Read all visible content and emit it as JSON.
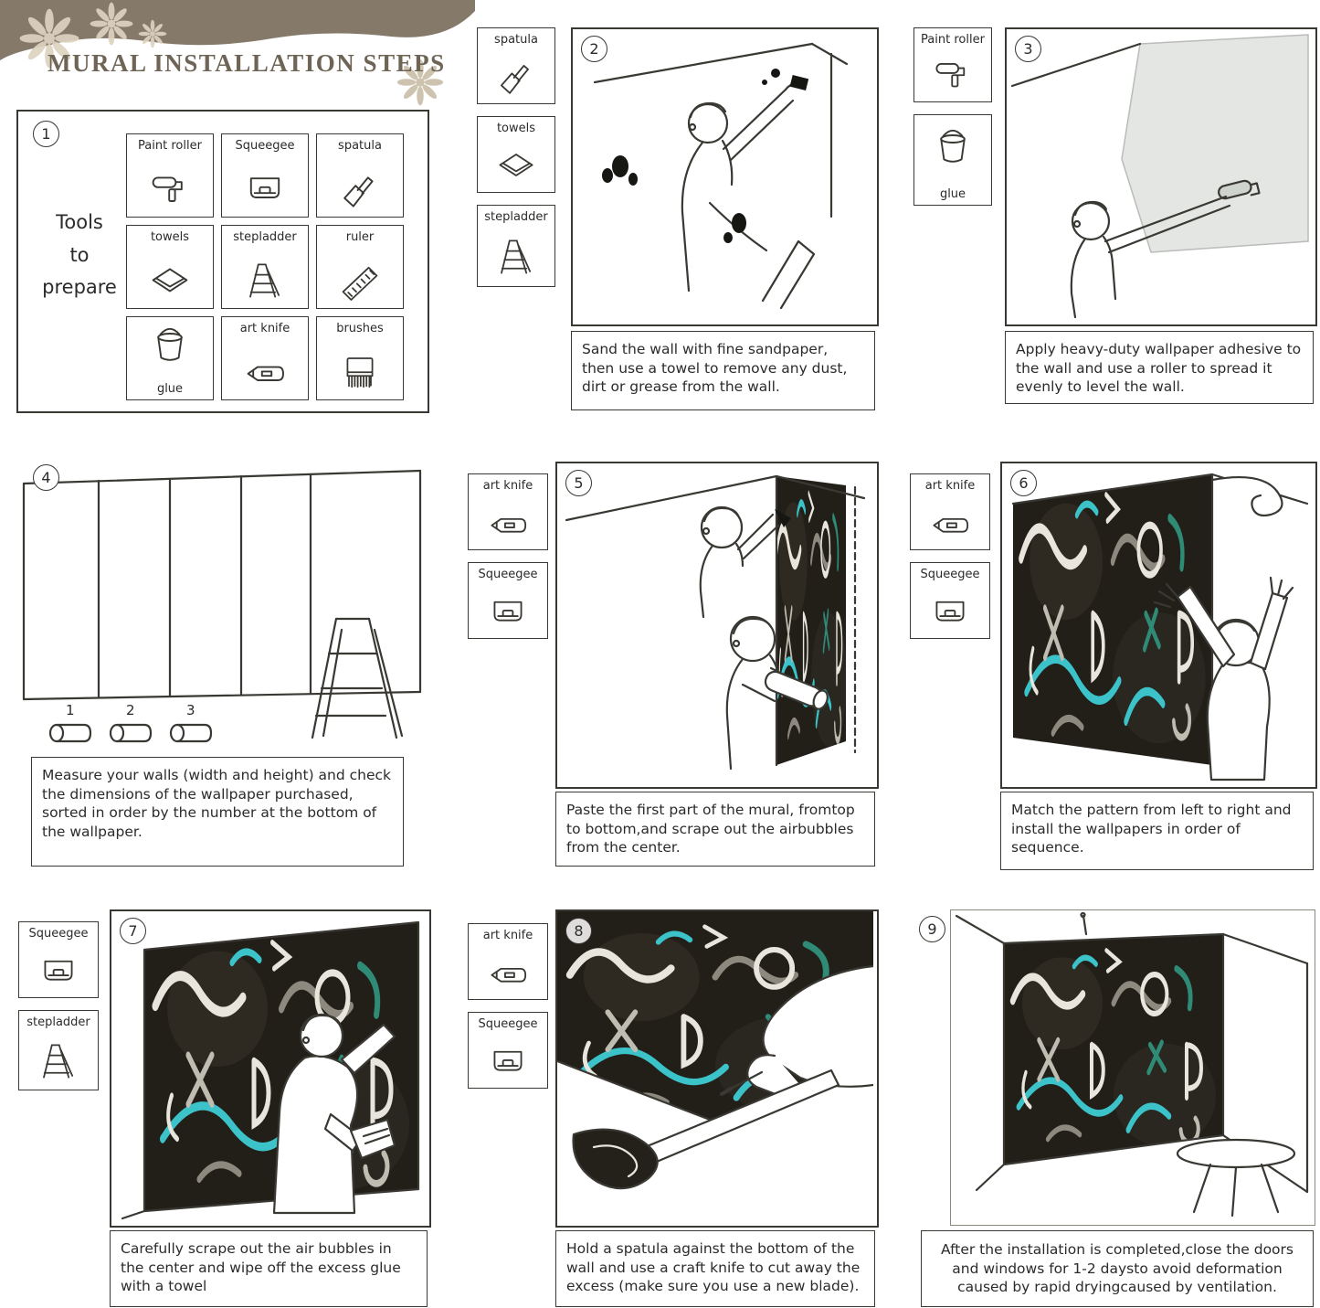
{
  "title": "MURAL INSTALLATION STEPS",
  "colors": {
    "banner": "#85796a",
    "flower": "#ddd3c0",
    "ink": "#3a3833",
    "graffiti_background": "#221f19",
    "graffiti_cyan": "#3cc2c9",
    "graffiti_teal": "#2f8a76",
    "graffiti_white": "#e8e5dc",
    "adhesive_gray": "#e4e6e3"
  },
  "steps": {
    "s1": {
      "number": "1",
      "heading_lines": [
        "Tools",
        "to",
        "prepare"
      ],
      "tools": [
        {
          "label": "Paint roller",
          "icon": "paint-roller-icon"
        },
        {
          "label": "Squeegee",
          "icon": "squeegee-icon"
        },
        {
          "label": "spatula",
          "icon": "spatula-icon"
        },
        {
          "label": "towels",
          "icon": "towels-icon"
        },
        {
          "label": "stepladder",
          "icon": "stepladder-icon"
        },
        {
          "label": "ruler",
          "icon": "ruler-icon"
        },
        {
          "label": "glue",
          "icon": "glue-icon"
        },
        {
          "label": "art knife",
          "icon": "art-knife-icon"
        },
        {
          "label": "brushes",
          "icon": "brushes-icon"
        }
      ]
    },
    "s2": {
      "number": "2",
      "tools": [
        {
          "label": "spatula",
          "icon": "spatula-icon"
        },
        {
          "label": "towels",
          "icon": "towels-icon"
        },
        {
          "label": "stepladder",
          "icon": "stepladder-icon"
        }
      ],
      "caption": "Sand the wall with fine sandpaper, then use a towel to remove any dust, dirt or grease from the wall."
    },
    "s3": {
      "number": "3",
      "tools": [
        {
          "label": "Paint roller",
          "icon": "paint-roller-icon"
        },
        {
          "label": "glue",
          "icon": "glue-icon"
        }
      ],
      "caption": "Apply heavy-duty wallpaper adhesive to the wall and use a roller to spread it evenly to level the wall."
    },
    "s4": {
      "number": "4",
      "roll_labels": [
        "1",
        "2",
        "3"
      ],
      "caption": "Measure your walls (width and height) and check the dimensions of the wallpaper purchased, sorted in order by the number at the bottom of the wallpaper."
    },
    "s5": {
      "number": "5",
      "tools": [
        {
          "label": "art knife",
          "icon": "art-knife-icon"
        },
        {
          "label": "Squeegee",
          "icon": "squeegee-icon"
        }
      ],
      "caption": "Paste the first part of the mural, fromtop to bottom,and scrape out the airbubbles from the center."
    },
    "s6": {
      "number": "6",
      "tools": [
        {
          "label": "art knife",
          "icon": "art-knife-icon"
        },
        {
          "label": "Squeegee",
          "icon": "squeegee-icon"
        }
      ],
      "caption": "Match the pattern from left to right and install the wallpapers in order of sequence."
    },
    "s7": {
      "number": "7",
      "tools": [
        {
          "label": "Squeegee",
          "icon": "squeegee-icon"
        },
        {
          "label": "stepladder",
          "icon": "stepladder-icon"
        }
      ],
      "caption": "Carefully scrape out the air bubbles in the center and wipe off the excess glue with a towel"
    },
    "s8": {
      "number": "8",
      "tools": [
        {
          "label": "art knife",
          "icon": "art-knife-icon"
        },
        {
          "label": "Squeegee",
          "icon": "squeegee-icon"
        }
      ],
      "caption": "Hold a spatula against the bottom of the wall and use a craft knife to cut away the excess (make sure you use a new blade)."
    },
    "s9": {
      "number": "9",
      "caption": "After the installation is completed,close the doors and windows for 1-2 daysto avoid deformation caused by rapid dryingcaused by ventilation."
    }
  }
}
